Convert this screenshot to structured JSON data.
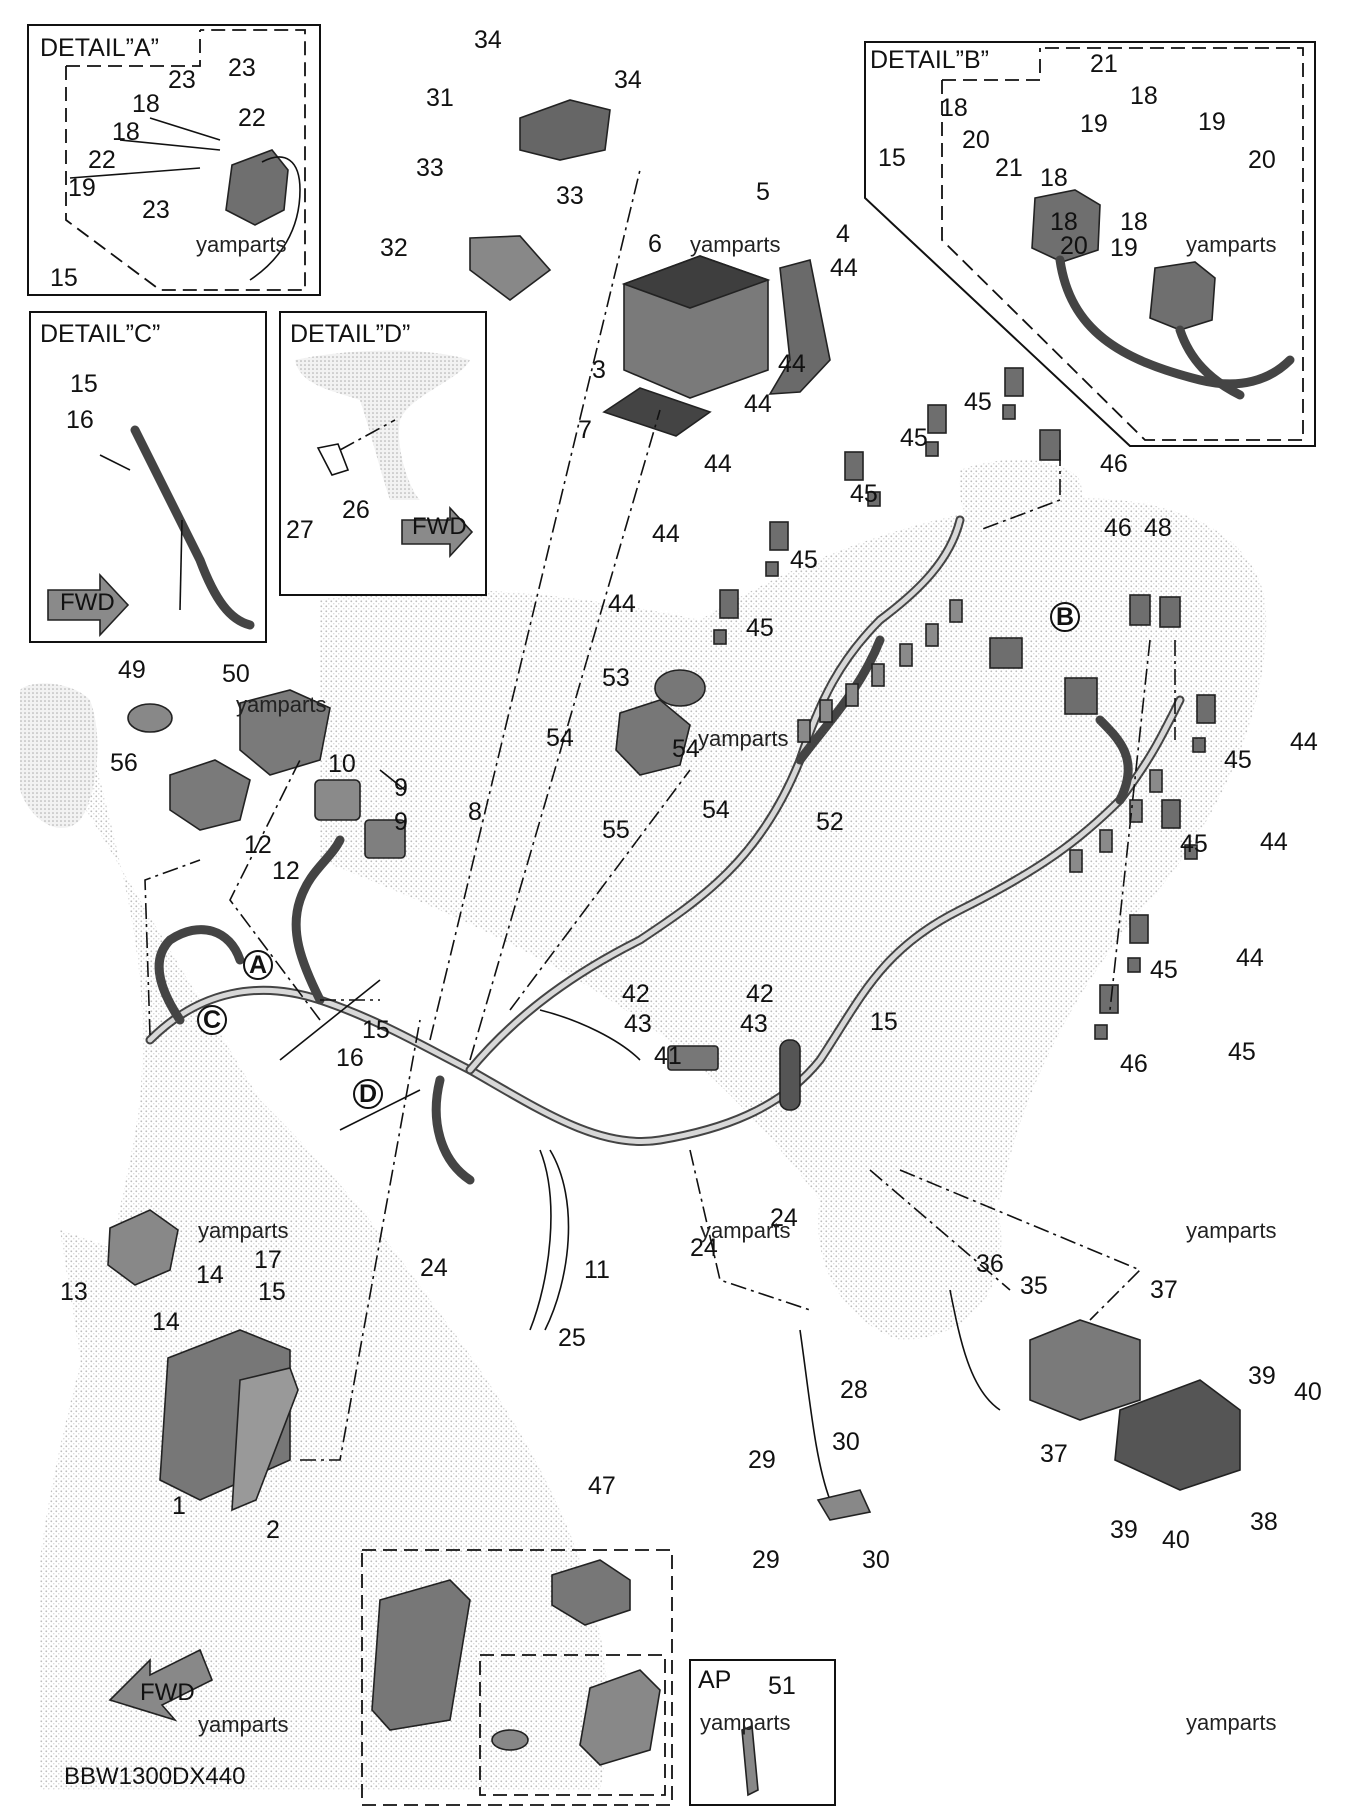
{
  "diagram": {
    "drawing_code": "BBW1300DX440",
    "watermark": "yamparts",
    "details": {
      "a": {
        "title": "DETAIL”A”",
        "labels": [
          "23",
          "23",
          "18",
          "18",
          "22",
          "22",
          "19",
          "23",
          "15"
        ]
      },
      "b": {
        "title": "DETAIL”B”",
        "labels": [
          "21",
          "18",
          "18",
          "20",
          "21",
          "18",
          "19",
          "19",
          "20",
          "15",
          "18",
          "20",
          "19",
          "18"
        ]
      },
      "c": {
        "title": "DETAIL”C”",
        "labels": [
          "15",
          "16"
        ],
        "fwd": "FWD"
      },
      "d": {
        "title": "DETAIL”D”",
        "labels": [
          "26",
          "27"
        ],
        "fwd": "FWD"
      }
    },
    "callouts": [
      "A",
      "B",
      "C",
      "D"
    ],
    "ap_box": {
      "title": "AP",
      "label": "51"
    },
    "kit_label": "47",
    "fwd_label": "FWD",
    "part_labels": [
      "1",
      "2",
      "3",
      "4",
      "5",
      "6",
      "7",
      "8",
      "9",
      "9",
      "10",
      "11",
      "12",
      "12",
      "13",
      "14",
      "14",
      "15",
      "15",
      "15",
      "16",
      "17",
      "24",
      "24",
      "24",
      "25",
      "28",
      "29",
      "29",
      "30",
      "30",
      "31",
      "32",
      "33",
      "33",
      "34",
      "34",
      "35",
      "36",
      "37",
      "37",
      "38",
      "39",
      "39",
      "40",
      "40",
      "41",
      "42",
      "42",
      "43",
      "43",
      "44",
      "44",
      "44",
      "44",
      "44",
      "44",
      "44",
      "44",
      "44",
      "45",
      "45",
      "45",
      "45",
      "45",
      "45",
      "45",
      "45",
      "45",
      "46",
      "46",
      "46",
      "48",
      "49",
      "50",
      "52",
      "53",
      "54",
      "54",
      "54",
      "55",
      "56"
    ]
  },
  "colors": {
    "ink": "#111111",
    "shade": "#d6d6d6",
    "part": "#7a7a7a"
  }
}
